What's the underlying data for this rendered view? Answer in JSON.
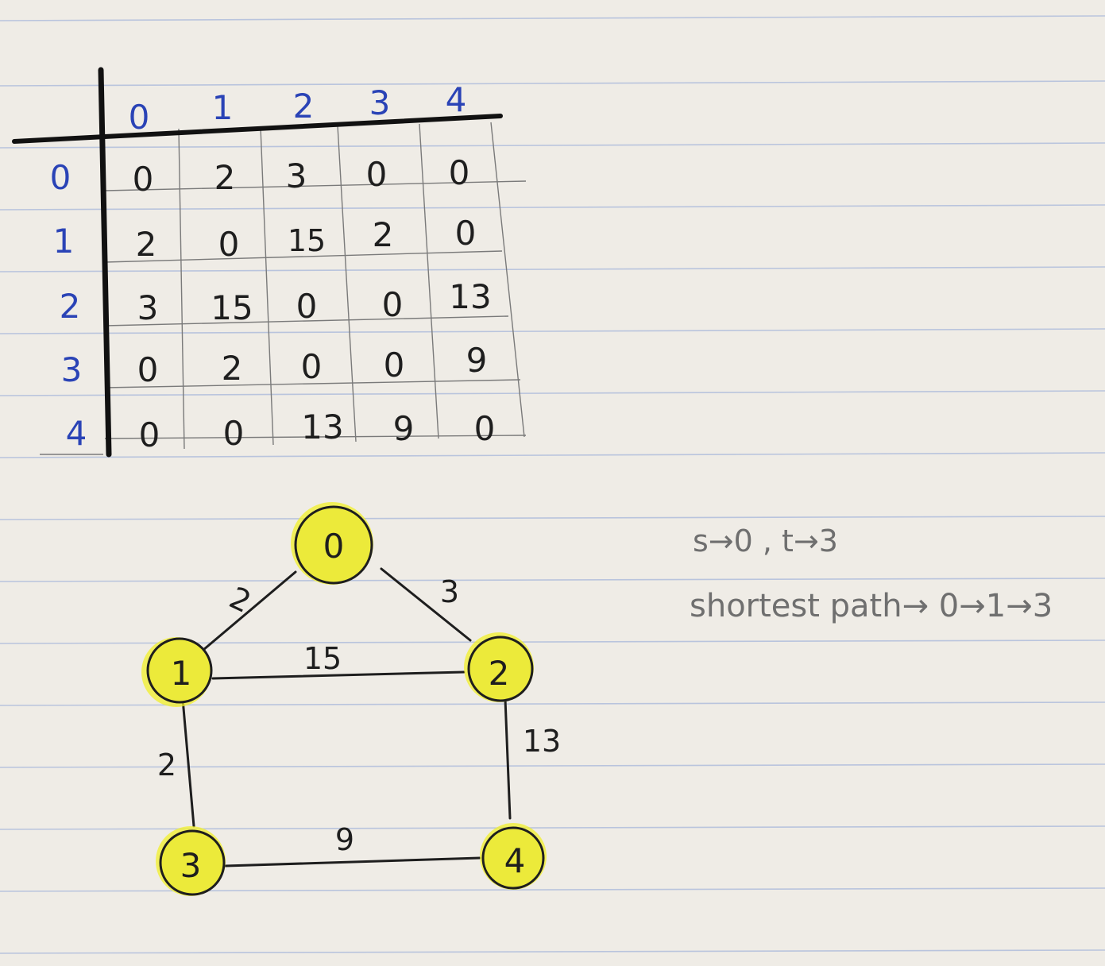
{
  "matrix": {
    "column_headers": [
      "0",
      "1",
      "2",
      "3",
      "4"
    ],
    "row_headers": [
      "0",
      "1",
      "2",
      "3",
      "4"
    ],
    "rows": [
      [
        "0",
        "2",
        "3",
        "0",
        "0"
      ],
      [
        "2",
        "0",
        "15",
        "2",
        "0"
      ],
      [
        "3",
        "15",
        "0",
        "0",
        "13"
      ],
      [
        "0",
        "2",
        "0",
        "0",
        "9"
      ],
      [
        "0",
        "0",
        "13",
        "9",
        "0"
      ]
    ]
  },
  "graph": {
    "nodes": [
      "0",
      "1",
      "2",
      "3",
      "4"
    ],
    "edges": [
      {
        "from": "0",
        "to": "1",
        "weight": "2"
      },
      {
        "from": "0",
        "to": "2",
        "weight": "3"
      },
      {
        "from": "1",
        "to": "2",
        "weight": "15"
      },
      {
        "from": "1",
        "to": "3",
        "weight": "2"
      },
      {
        "from": "2",
        "to": "4",
        "weight": "13"
      },
      {
        "from": "3",
        "to": "4",
        "weight": "9"
      }
    ]
  },
  "notes": {
    "source_target": "s→0 , t→3",
    "shortest_path": "shortest path→ 0→1→3"
  },
  "colors": {
    "paper": "#efece6",
    "rule_lines": "#b9c4dd",
    "header_ink": "#2a43b6",
    "ink": "#1e1e1e",
    "node_highlight": "#f2f02a"
  }
}
